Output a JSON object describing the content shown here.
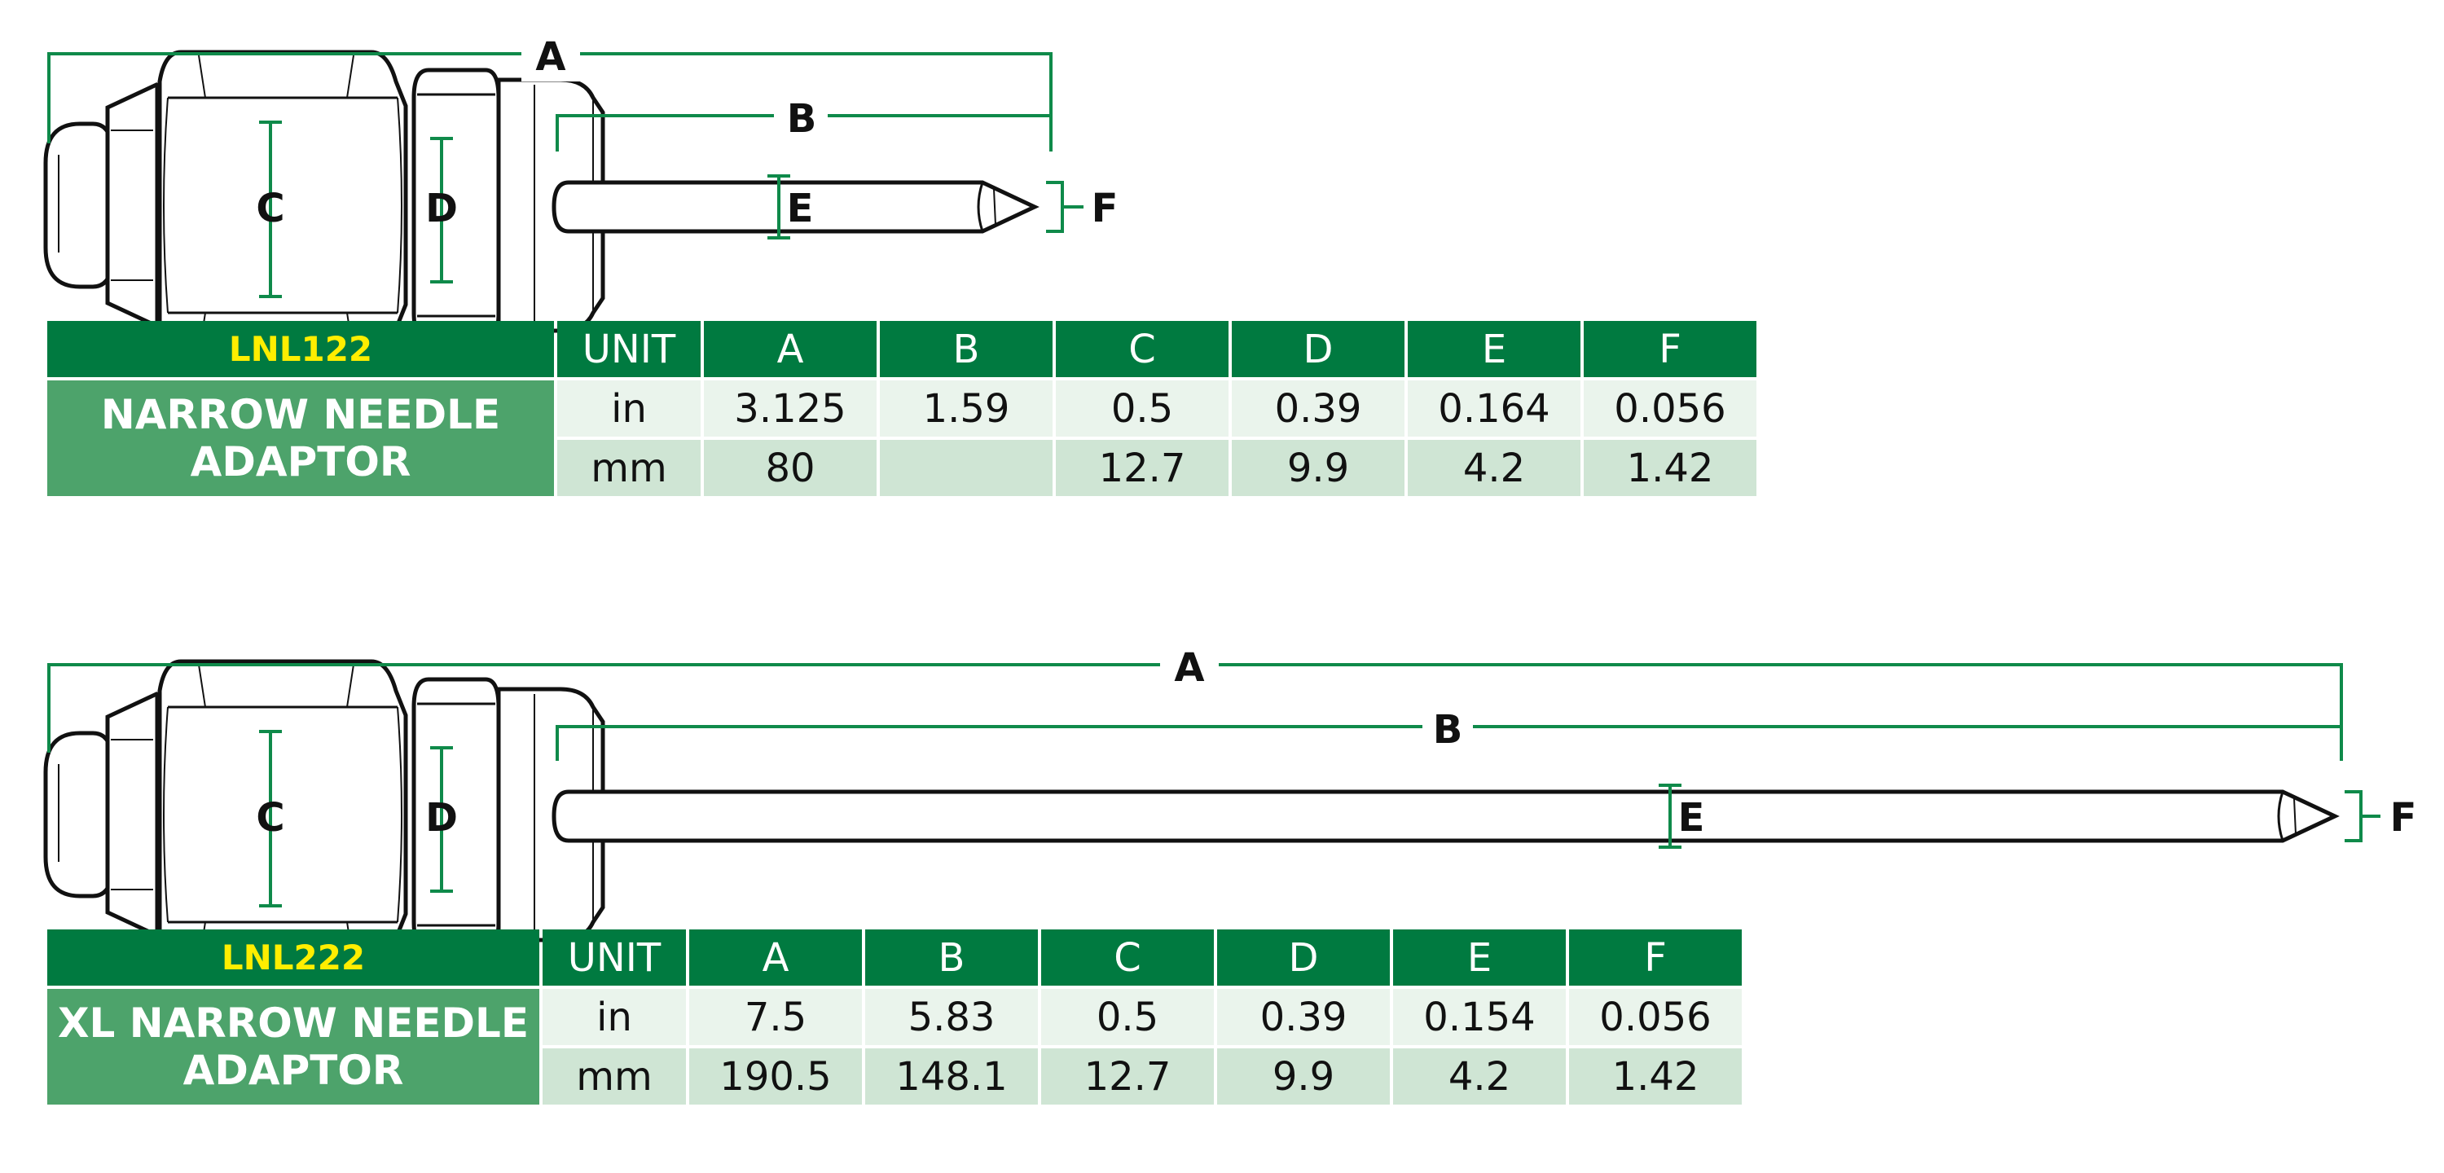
{
  "dimension_labels": {
    "A": "A",
    "B": "B",
    "C": "C",
    "D": "D",
    "E": "E",
    "F": "F"
  },
  "colors": {
    "header_green": "#007a40",
    "name_green": "#4da36b",
    "row_in": "#eaf4ec",
    "row_mm": "#cfe5d4",
    "code_yellow": "#ffee00",
    "dimension_line": "#0f8a4a"
  },
  "products": [
    {
      "code": "LNL122",
      "name_line1": "NARROW NEEDLE",
      "name_line2": "ADAPTOR",
      "columns": [
        "UNIT",
        "A",
        "B",
        "C",
        "D",
        "E",
        "F"
      ],
      "rows": [
        {
          "unit": "in",
          "values": [
            "3.125",
            "1.59",
            "0.5",
            "0.39",
            "0.164",
            "0.056"
          ]
        },
        {
          "unit": "mm",
          "values": [
            "80",
            "",
            "12.7",
            "9.9",
            "4.2",
            "1.42"
          ]
        }
      ]
    },
    {
      "code": "LNL222",
      "name_line1": "XL NARROW NEEDLE",
      "name_line2": "ADAPTOR",
      "columns": [
        "UNIT",
        "A",
        "B",
        "C",
        "D",
        "E",
        "F"
      ],
      "rows": [
        {
          "unit": "in",
          "values": [
            "7.5",
            "5.83",
            "0.5",
            "0.39",
            "0.154",
            "0.056"
          ]
        },
        {
          "unit": "mm",
          "values": [
            "190.5",
            "148.1",
            "12.7",
            "9.9",
            "4.2",
            "1.42"
          ]
        }
      ]
    }
  ]
}
